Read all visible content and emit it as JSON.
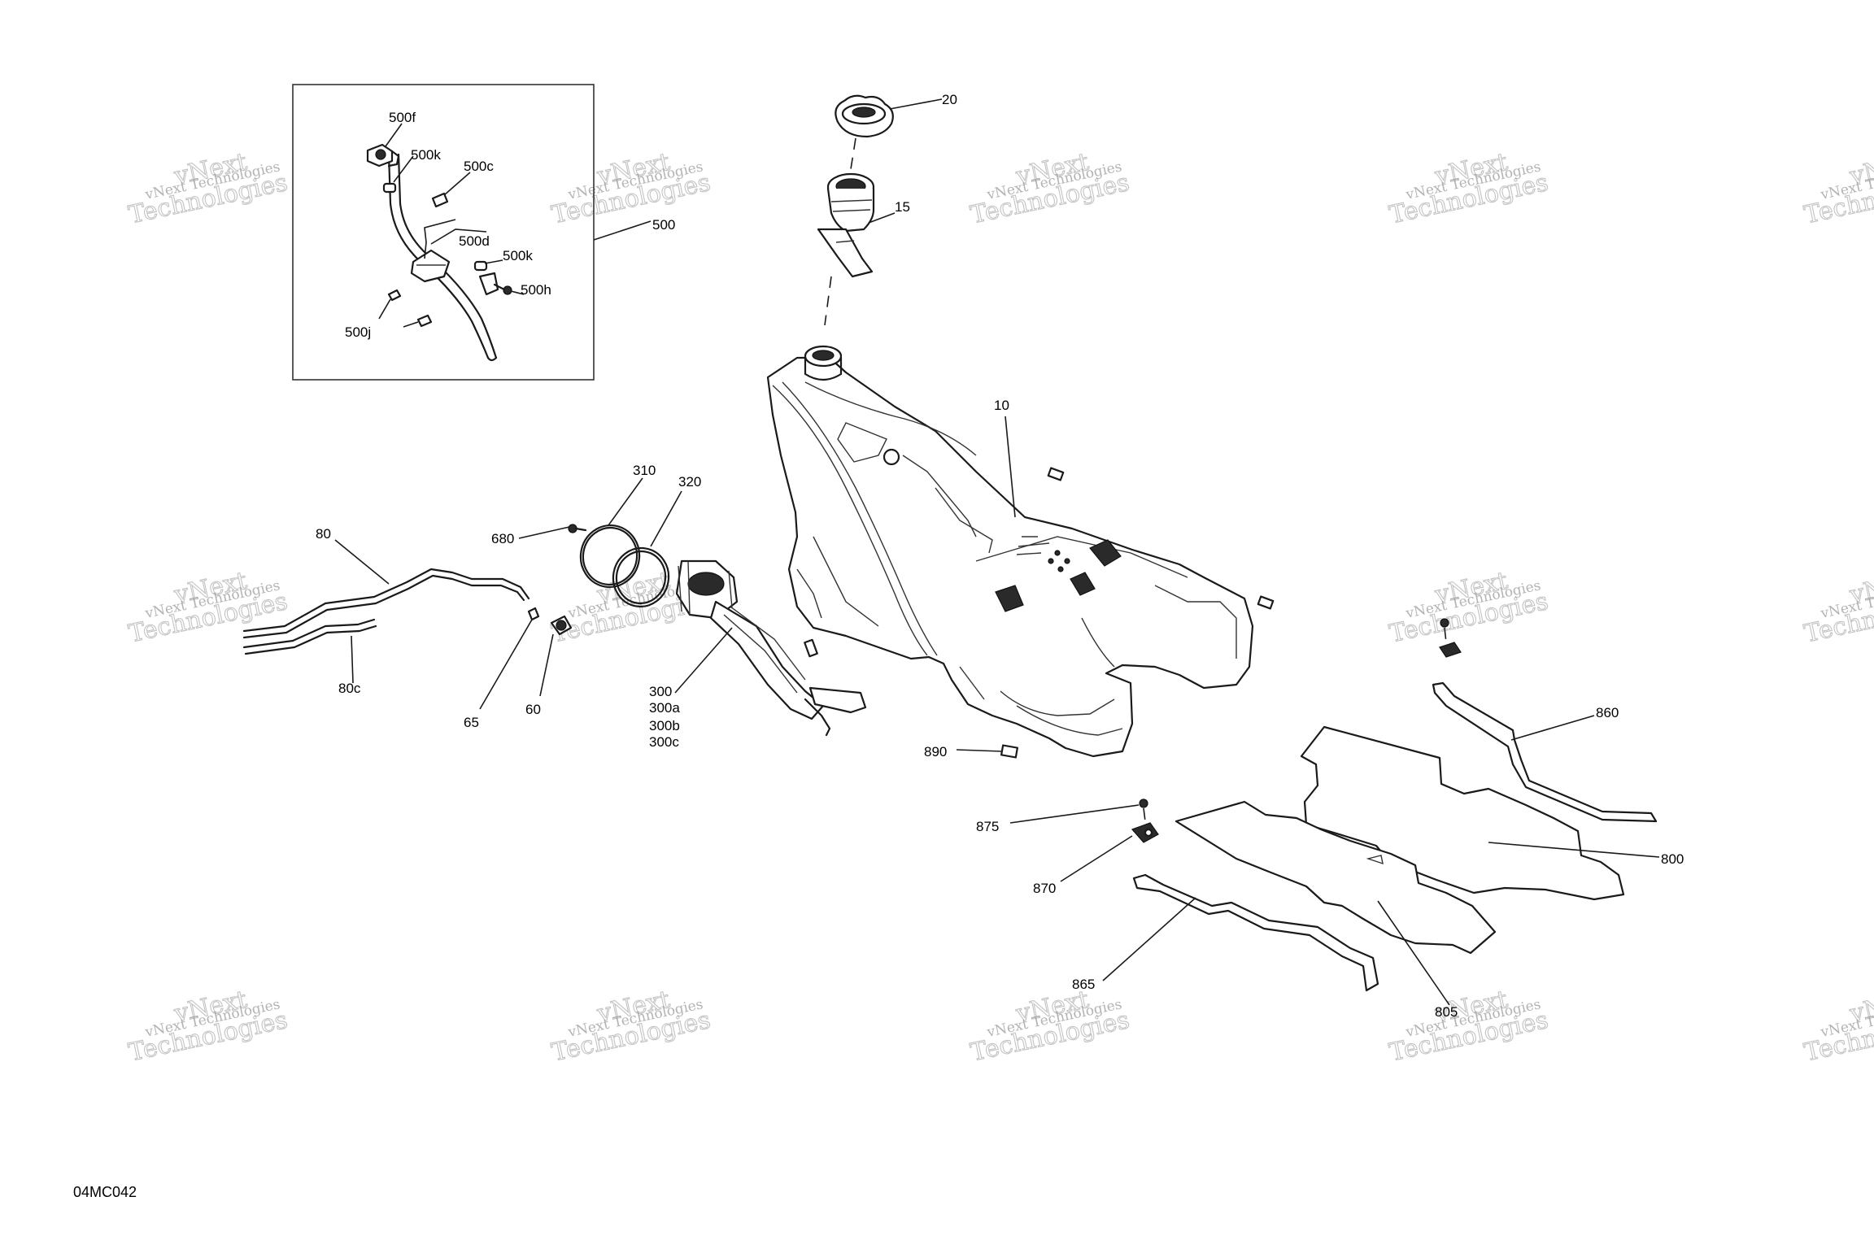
{
  "watermark": {
    "line1": "vNext Technologies",
    "line2": "vNext",
    "line3": "Technologies"
  },
  "reference_code": "04MC042",
  "callouts": {
    "c500f": "500f",
    "c500k_a": "500k",
    "c500c": "500c",
    "c500": "500",
    "c500d": "500d",
    "c500k_b": "500k",
    "c500h": "500h",
    "c500j": "500j",
    "c20": "20",
    "c15": "15",
    "c10": "10",
    "c310": "310",
    "c320": "320",
    "c680": "680",
    "c80": "80",
    "c80c": "80c",
    "c65": "65",
    "c60": "60",
    "c300": "300",
    "c300a": "300a",
    "c300b": "300b",
    "c300c": "300c",
    "c890": "890",
    "c860": "860",
    "c800": "800",
    "c875": "875",
    "c870": "870",
    "c865": "865",
    "c805": "805"
  }
}
